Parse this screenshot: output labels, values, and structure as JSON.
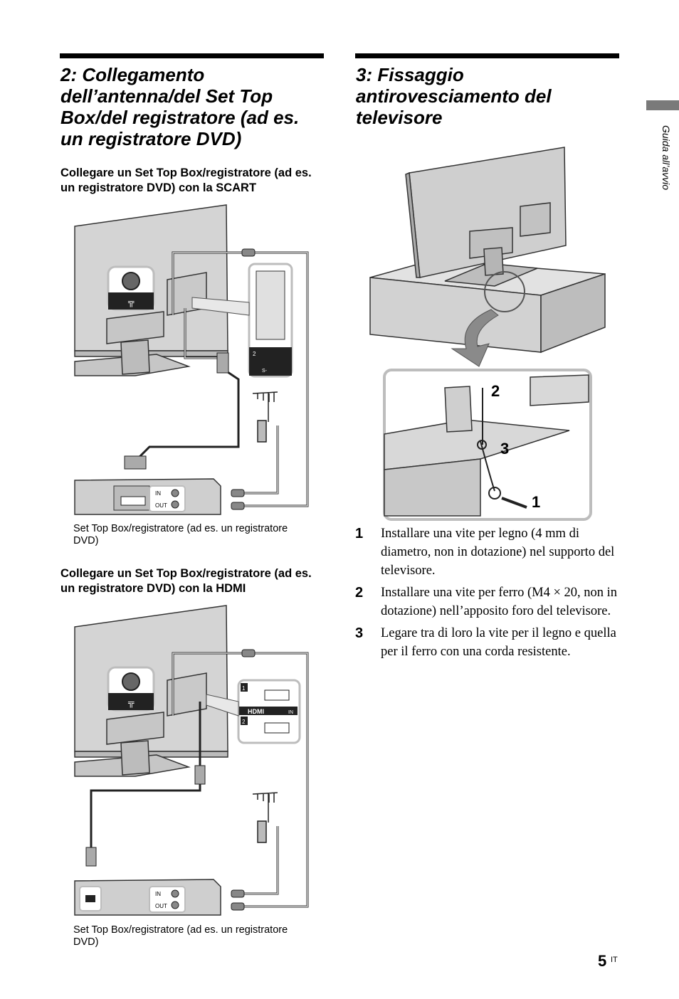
{
  "left": {
    "title": "2: Collegamento dell’antenna/del Set Top Box/del registratore (ad es. un registratore DVD)",
    "scart_heading": "Collegare un Set Top Box/registratore (ad es. un registratore DVD) con la SCART",
    "scart_caption": "Set Top Box/registratore (ad es. un registratore DVD)",
    "hdmi_heading": "Collegare un Set Top Box/registratore (ad es. un registratore DVD) con la HDMI",
    "hdmi_caption": "Set Top Box/registratore (ad es. un registratore DVD)",
    "labels": {
      "in": "IN",
      "out": "OUT",
      "hdmi_logo": "HDMI",
      "hdmi_in": "IN",
      "port1": "1",
      "port2": "2",
      "scart_port": "2",
      "s_video": "S-"
    }
  },
  "right": {
    "title": "3: Fissaggio antirovesciamento del televisore",
    "callouts": [
      "2",
      "3",
      "1"
    ],
    "steps": [
      {
        "num": "1",
        "text": "Installare una vite per legno (4 mm di diametro, non in dotazione) nel supporto del televisore."
      },
      {
        "num": "2",
        "text": "Installare una vite per ferro (M4 × 20, non in dotazione) nell’apposito foro del televisore."
      },
      {
        "num": "3",
        "text": "Legare tra di loro la vite per il legno e quella per il ferro con una corda resistente."
      }
    ]
  },
  "sidebar": {
    "label": "Guida all’avvio"
  },
  "footer": {
    "page_number": "5",
    "lang": "IT"
  }
}
